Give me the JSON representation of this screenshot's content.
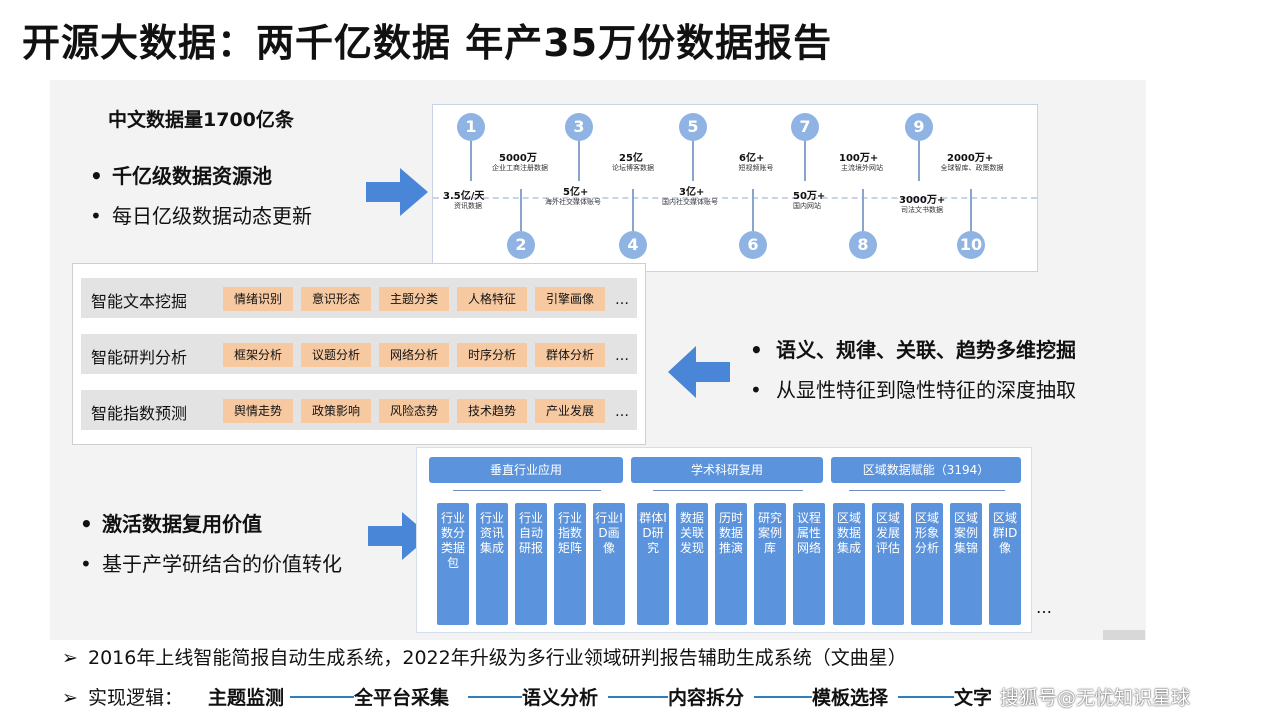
{
  "title": "开源大数据：两千亿数据 年产35万份数据报告",
  "top_left": {
    "volume": "中文数据量1700亿条",
    "bullets": [
      "千亿级数据资源池",
      "每日亿级数据动态更新"
    ]
  },
  "timeline": {
    "items": [
      {
        "num": "1",
        "value": "3.5亿/天",
        "desc": "资讯数据"
      },
      {
        "num": "2",
        "value": "5000万",
        "desc": "企业工商注册数据"
      },
      {
        "num": "3",
        "value": "5亿+",
        "desc": "海外社交媒体账号"
      },
      {
        "num": "4",
        "value": "25亿",
        "desc": "论坛博客数据"
      },
      {
        "num": "5",
        "value": "3亿+",
        "desc": "国内社交媒体账号"
      },
      {
        "num": "6",
        "value": "6亿+",
        "desc": "短视频账号"
      },
      {
        "num": "7",
        "value": "50万+",
        "desc": "国内网站"
      },
      {
        "num": "8",
        "value": "100万+",
        "desc": "主流境外网站"
      },
      {
        "num": "9",
        "value": "3000万+",
        "desc": "司法文书数据"
      },
      {
        "num": "10",
        "value": "2000万+",
        "desc": "全球智库、政策数据"
      }
    ]
  },
  "mining": {
    "rows": [
      {
        "label": "智能文本挖掘",
        "tags": [
          "情绪识别",
          "意识形态",
          "主题分类",
          "人格特征",
          "引擎画像"
        ]
      },
      {
        "label": "智能研判分析",
        "tags": [
          "框架分析",
          "议题分析",
          "网络分析",
          "时序分析",
          "群体分析"
        ]
      },
      {
        "label": "智能指数预测",
        "tags": [
          "舆情走势",
          "政策影响",
          "风险态势",
          "技术趋势",
          "产业发展"
        ]
      }
    ],
    "ellipsis": "…"
  },
  "right_bullets": [
    "语义、规律、关联、趋势多维挖掘",
    "从显性特征到隐性特征的深度抽取"
  ],
  "bottom_left_bullets": [
    "激活数据复用价值",
    "基于产学研结合的价值转化"
  ],
  "applications": {
    "categories": [
      {
        "label": "垂直行业应用",
        "cards": [
          "行业数分类据包",
          "行业资讯集成",
          "行业自动研报",
          "行业指数矩阵",
          "行业ID画像"
        ]
      },
      {
        "label": "学术科研复用",
        "cards": [
          "群体ID研究",
          "数据关联发现",
          "历时数据推演",
          "研究案例库",
          "议程属性网络"
        ]
      },
      {
        "label": "区域数据赋能（3194）",
        "cards": [
          "区域数据集成",
          "区域发展评估",
          "区域形象分析",
          "区域案例集锦",
          "区域群ID像"
        ]
      }
    ],
    "ellipsis": "…"
  },
  "footer": {
    "bullet_mark": "➢",
    "note": "2016年上线智能简报自动生成系统，2022年升级为多行业领域研判报告辅助生成系统（文曲星）",
    "logic_prefix": "实现逻辑：",
    "steps": [
      "主题监测",
      "全平台采集",
      "语义分析",
      "内容拆分",
      "模板选择",
      "文字"
    ],
    "watermark": "搜狐号@无忧知识星球"
  },
  "colors": {
    "accent_blue": "#5b93dc",
    "tag_orange": "#f7c9a1",
    "arrow_blue": "#4a86d8"
  }
}
